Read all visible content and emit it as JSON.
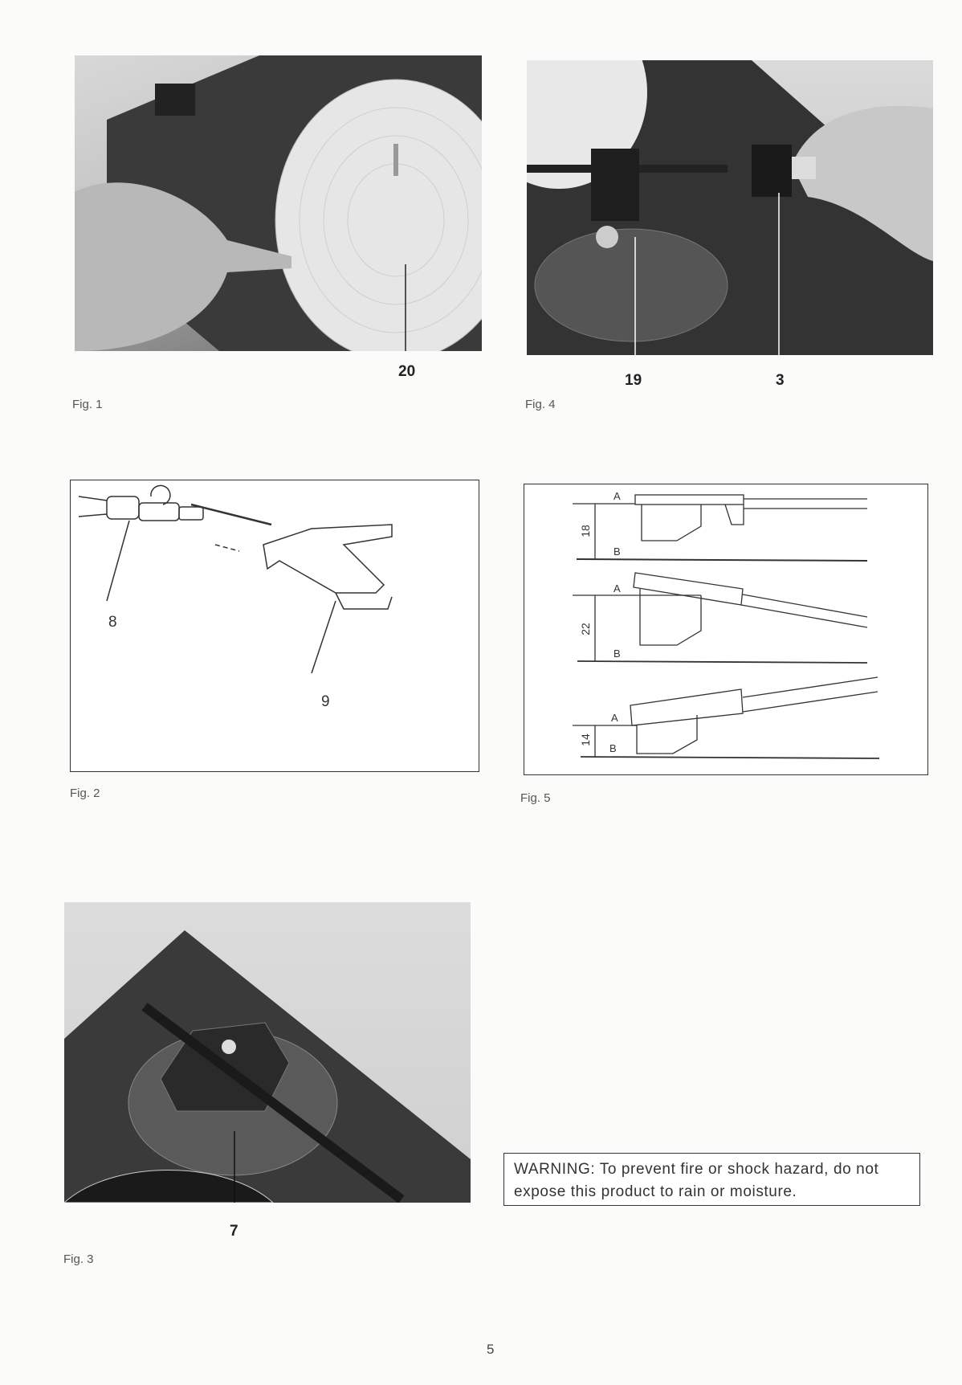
{
  "figures": {
    "fig1": {
      "caption": "Fig. 1",
      "callouts": [
        "20"
      ]
    },
    "fig2": {
      "caption": "Fig. 2",
      "callouts": [
        "8",
        "9"
      ]
    },
    "fig3": {
      "caption": "Fig. 3",
      "callouts": [
        "7"
      ]
    },
    "fig4": {
      "caption": "Fig. 4",
      "callouts": [
        "19",
        "3"
      ]
    },
    "fig5": {
      "caption": "Fig. 5",
      "diagrams": [
        {
          "top_label": "A",
          "bottom_label": "B",
          "dimension": "18"
        },
        {
          "top_label": "A",
          "bottom_label": "B",
          "dimension": "22"
        },
        {
          "top_label": "A",
          "bottom_label": "B",
          "dimension": "14"
        }
      ]
    }
  },
  "warning": {
    "text": "WARNING: To prevent fire or shock hazard, do not expose this product to rain or moisture."
  },
  "page_number": "5"
}
